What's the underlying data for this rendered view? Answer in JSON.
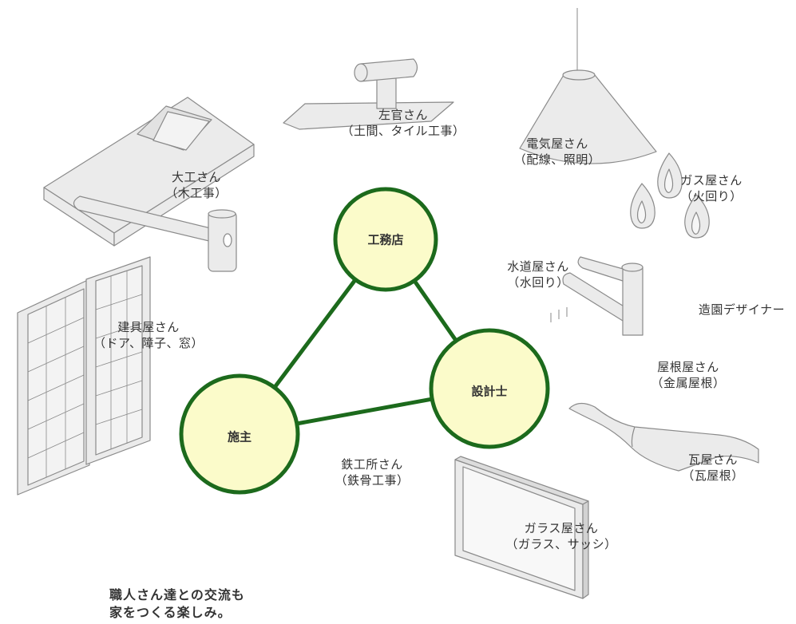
{
  "nodes": {
    "builder": "工務店",
    "designer": "設計士",
    "owner": "施主"
  },
  "trades": {
    "plasterer": {
      "name": "左官さん",
      "detail": "（土間、タイル工事）"
    },
    "electrician": {
      "name": "電気屋さん",
      "detail": "（配線、照明）"
    },
    "carpenter": {
      "name": "大工さん",
      "detail": "（木工事）"
    },
    "gas": {
      "name": "ガス屋さん",
      "detail": "（火回り）"
    },
    "plumber": {
      "name": "水道屋さん",
      "detail": "（水回り）"
    },
    "landscape": {
      "name": "造園デザイナー"
    },
    "fittings": {
      "name": "建具屋さん",
      "detail": "（ドア、障子、窓）"
    },
    "roofer": {
      "name": "屋根屋さん",
      "detail": "（金属屋根）"
    },
    "tiler": {
      "name": "瓦屋さん",
      "detail": "（瓦屋根）"
    },
    "steel": {
      "name": "鉄工所さん",
      "detail": "（鉄骨工事）"
    },
    "glass": {
      "name": "ガラス屋さん",
      "detail": "（ガラス、サッシ）"
    }
  },
  "caption": {
    "line1": "職人さん達との交流も",
    "line2": "家をつくる楽しみ。"
  },
  "colors": {
    "node_fill": "#fbfbca",
    "node_stroke": "#1c6a1c",
    "illustration_fill": "#ebebeb",
    "illustration_stroke": "#8a8a8a"
  }
}
